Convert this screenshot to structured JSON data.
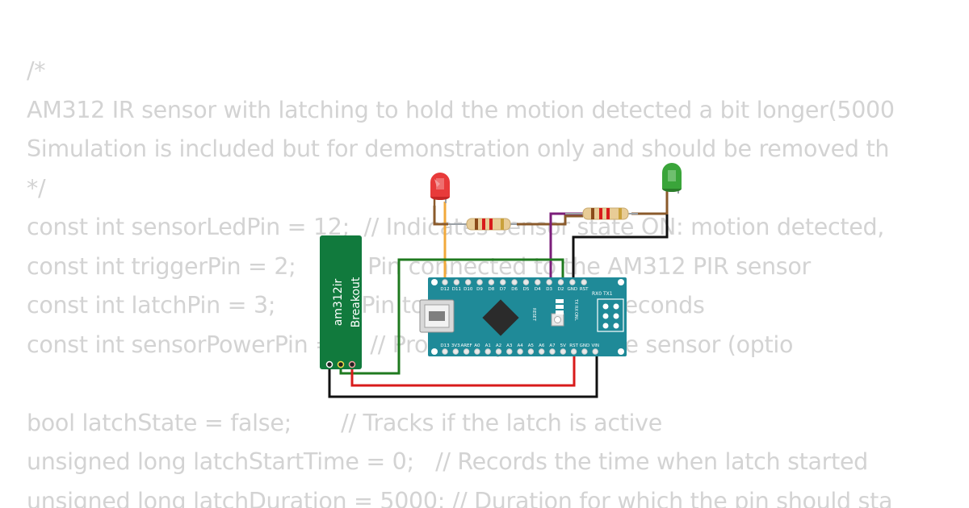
{
  "code": {
    "lines": [
      "/*",
      "AM312 IR sensor with latching to hold the motion detected a bit longer(5000",
      "Simulation is included but for demonstration only and should be removed th",
      "*/",
      "const int sensorLedPin = 12;  // Indicates sensor state ON: motion detected,",
      "const int triggerPin = 2;       // Pin connected to the AM312 PIR sensor",
      "const int latchPin = 3;         // Pin to hold HIGH for 5 seconds",
      "const int sensorPowerPin = 4; // Provides power to the sensor (optio",
      "",
      "bool latchState = false;       // Tracks if the latch is active",
      "unsigned long latchStartTime = 0;   // Records the time when latch started",
      "unsigned long latchDuration = 5000; // Duration for which the pin should sta"
    ]
  },
  "sensor": {
    "label_line1": "am312ir",
    "label_line2": "Breakout",
    "color": "#117a3d"
  },
  "arduino": {
    "color": "#1f8a98",
    "top_pins": [
      "D12",
      "D11",
      "D10",
      "D9",
      "D8",
      "D7",
      "D6",
      "D5",
      "D4",
      "D3",
      "D2",
      "GND",
      "RST"
    ],
    "top_right": "RX0  TX1",
    "bottom_pins": [
      "D13",
      "3V3",
      "AREF",
      "A0",
      "A1",
      "A2",
      "A3",
      "A4",
      "A5",
      "A6",
      "A7",
      "5V",
      "RST",
      "GND",
      "VIN"
    ],
    "reset_label": "RESET",
    "led_labels": [
      "TX",
      "RX",
      "ON",
      "L"
    ]
  },
  "leds": {
    "red_color": "#e83a3a",
    "green_color": "#3aa53a"
  },
  "wires": {
    "yellow": "#f2a93b",
    "purple": "#7b1e7a",
    "green": "#1f7a1f",
    "red": "#d81b1b",
    "black": "#111111"
  }
}
